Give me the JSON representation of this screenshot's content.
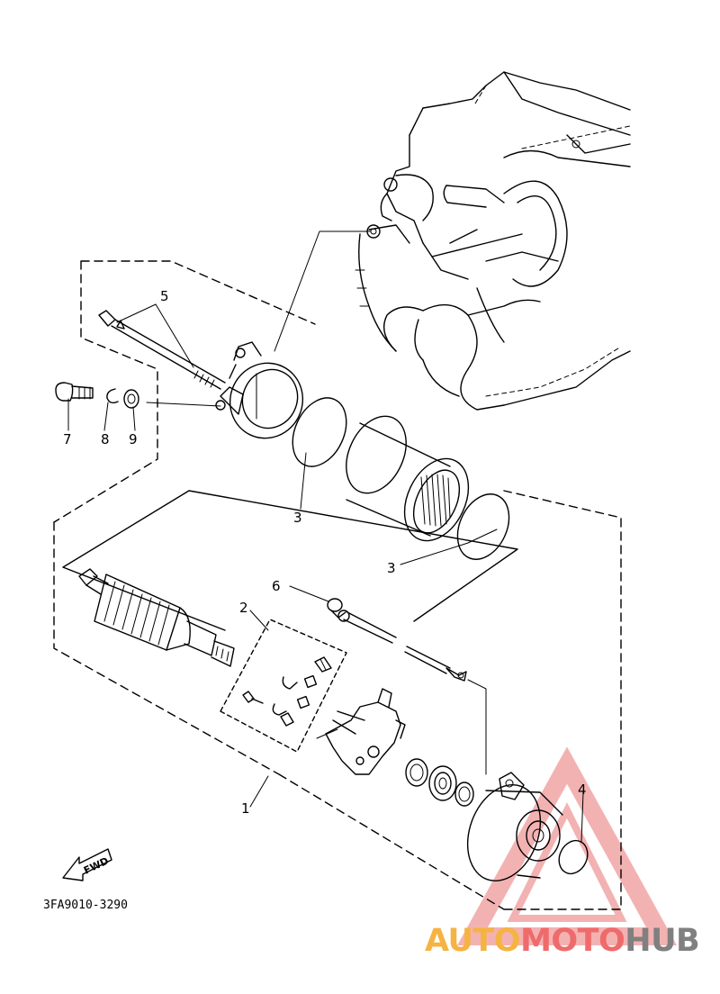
{
  "callouts": {
    "c1": "1",
    "c2": "2",
    "c3a": "3",
    "c3b": "3",
    "c4": "4",
    "c5": "5",
    "c6": "6",
    "c7": "7",
    "c8": "8",
    "c9": "9"
  },
  "fwd_label": "FWD",
  "diagram_code": "3FA9010-3290",
  "watermark": {
    "part1": "AUTO",
    "part2": "MOTO",
    "part3": "HUB",
    "color_orange": "#f5b342",
    "color_red": "#ef6b6b",
    "color_gray": "#808080",
    "triangle_color": "#f2a5a5"
  }
}
